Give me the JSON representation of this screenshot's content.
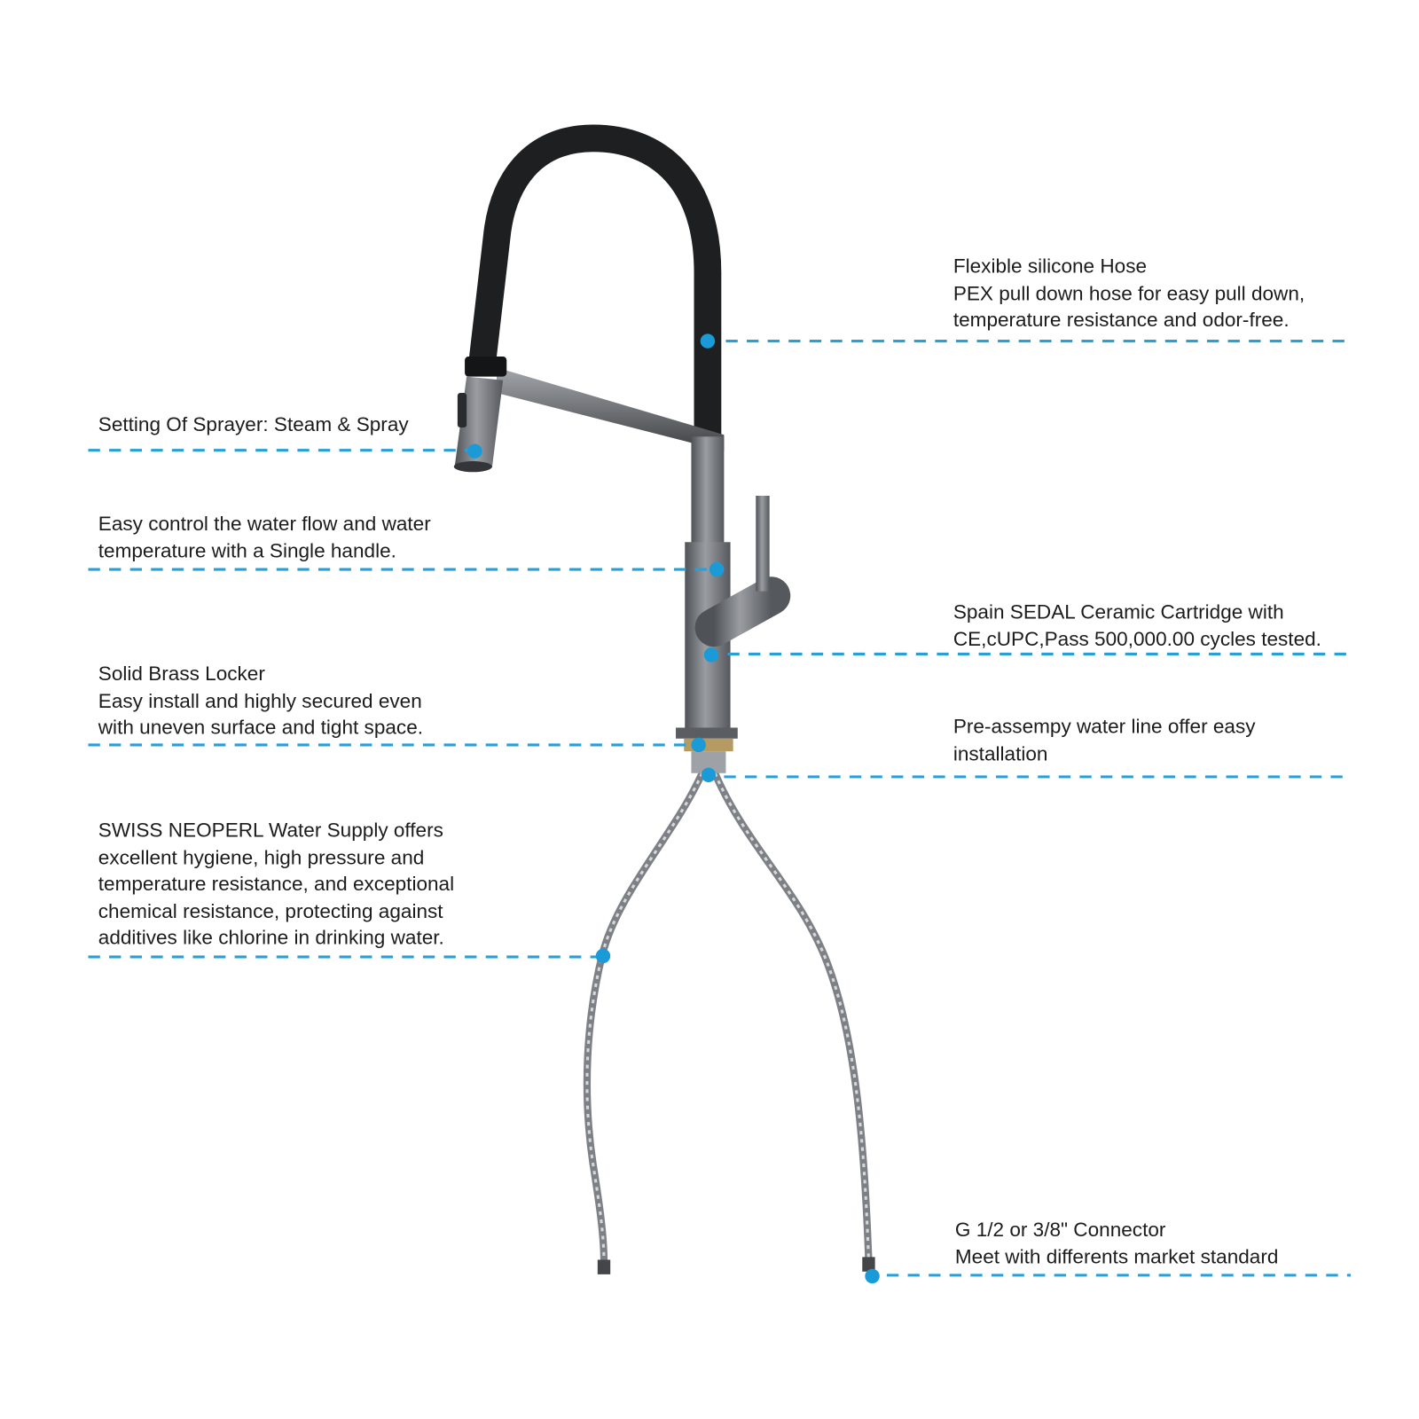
{
  "colors": {
    "accent": "#1a9ad6",
    "hose": "#1e1f21",
    "metal": "#74777c"
  },
  "callouts": [
    {
      "id": "hose",
      "lines": [
        "Flexible silicone Hose",
        "PEX pull down hose for easy pull down,",
        "temperature resistance and odor-free."
      ]
    },
    {
      "id": "sprayer",
      "lines": [
        "Setting Of Sprayer: Steam & Spray"
      ]
    },
    {
      "id": "handle",
      "lines": [
        "Easy control the water flow and water",
        "temperature with a Single handle."
      ]
    },
    {
      "id": "cartridge",
      "lines": [
        "Spain SEDAL Ceramic Cartridge with",
        "CE,cUPC,Pass 500,000.00 cycles tested."
      ]
    },
    {
      "id": "locker",
      "lines": [
        "Solid Brass Locker",
        "Easy install and highly secured even",
        "with uneven surface and tight space."
      ]
    },
    {
      "id": "waterline",
      "lines": [
        "Pre-assempy water line offer easy",
        "installation"
      ]
    },
    {
      "id": "supply",
      "lines": [
        "SWISS NEOPERL Water Supply offers",
        "excellent hygiene, high pressure and",
        "temperature resistance, and exceptional",
        "chemical resistance, protecting against",
        "additives like chlorine in drinking water."
      ]
    },
    {
      "id": "connector",
      "lines": [
        "G 1/2 or 3/8\" Connector",
        "Meet with differents market standard"
      ]
    }
  ]
}
